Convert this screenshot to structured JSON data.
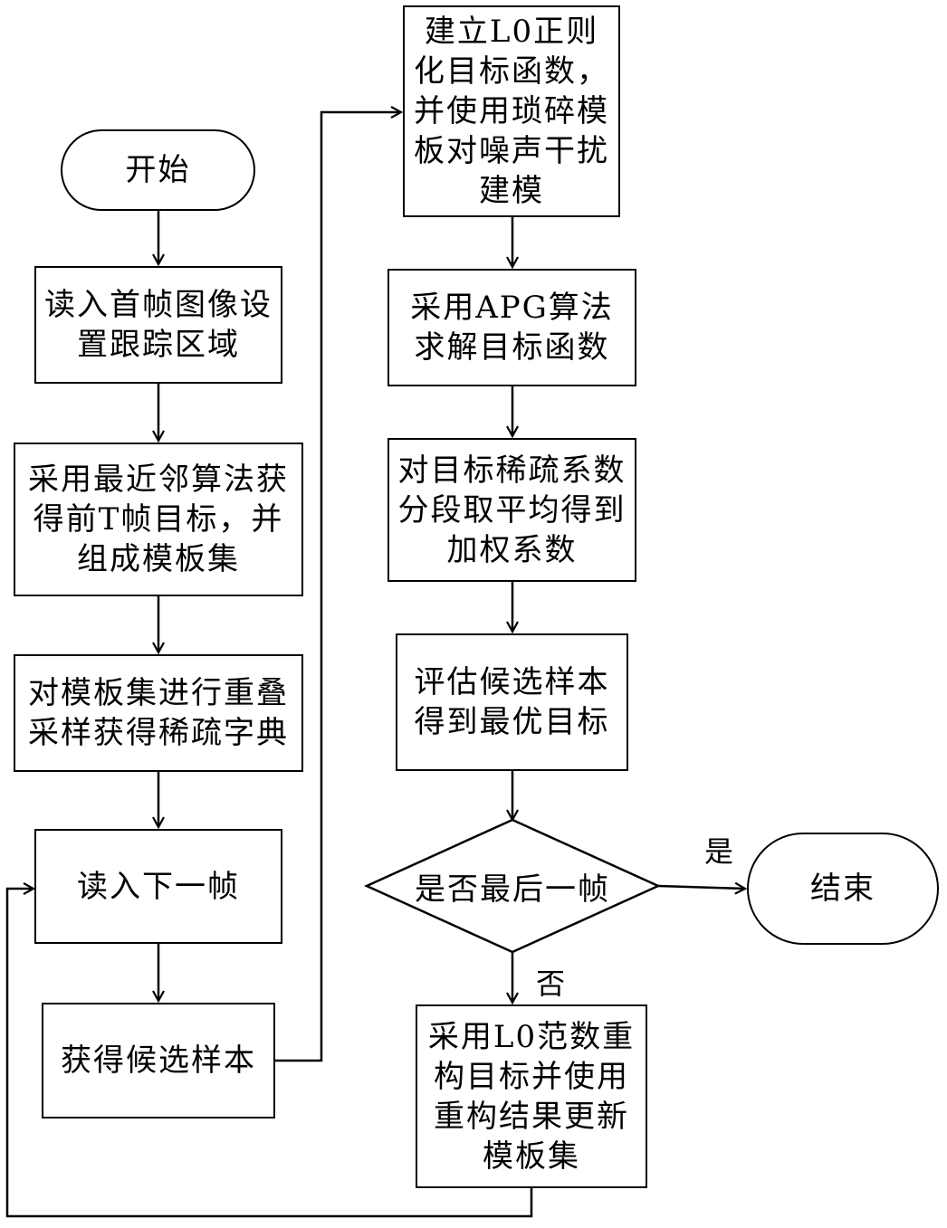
{
  "nodes": {
    "start": "开始",
    "read_first": "读入首帧图像设置跟踪区域",
    "nearest": "采用最近邻算法获得前T帧目标，并组成模板集",
    "overlap": "对模板集进行重叠采样获得稀疏字典",
    "read_next": "读入下一帧",
    "candidates": "获得候选样本",
    "l0_model": "建立L0正则化目标函数，并使用琐碎模板对噪声干扰建模",
    "apg": "采用APG算法求解目标函数",
    "weights": "对目标稀疏系数分段取平均得到加权系数",
    "evaluate": "评估候选样本得到最优目标",
    "is_last": "是否最后一帧",
    "end": "结束",
    "update": "采用L0范数重构目标并使用重构结果更新模板集"
  },
  "edge_labels": {
    "yes": "是",
    "no": "否"
  }
}
